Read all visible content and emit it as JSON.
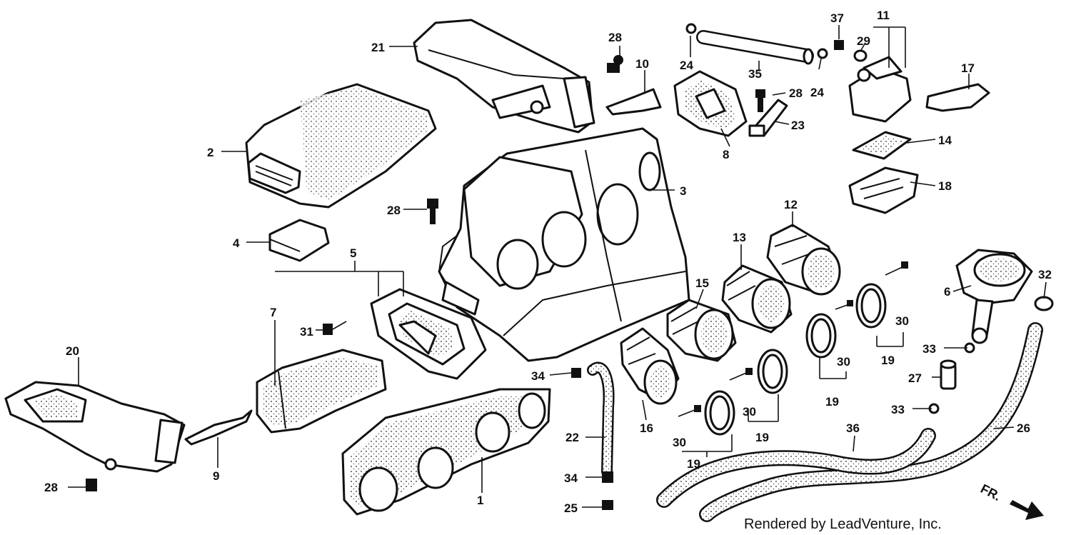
{
  "credit": "Rendered by LeadVenture, Inc.",
  "direction_label": "FR.",
  "callouts": {
    "c1": "1",
    "c2": "2",
    "c3": "3",
    "c4": "4",
    "c5": "5",
    "c6": "6",
    "c7": "7",
    "c8": "8",
    "c9": "9",
    "c10": "10",
    "c11": "11",
    "c12": "12",
    "c13": "13",
    "c14": "14",
    "c15": "15",
    "c16": "16",
    "c17": "17",
    "c18": "18",
    "c19a": "19",
    "c19b": "19",
    "c19c": "19",
    "c19d": "19",
    "c20": "20",
    "c21": "21",
    "c22": "22",
    "c23": "23",
    "c24a": "24",
    "c24b": "24",
    "c25": "25",
    "c26": "26",
    "c27": "27",
    "c28a": "28",
    "c28b": "28",
    "c28c": "28",
    "c28d": "28",
    "c29": "29",
    "c30a": "30",
    "c30b": "30",
    "c30c": "30",
    "c30d": "30",
    "c31": "31",
    "c32": "32",
    "c33a": "33",
    "c33b": "33",
    "c34a": "34",
    "c34b": "34",
    "c35": "35",
    "c36": "36",
    "c37": "37"
  }
}
